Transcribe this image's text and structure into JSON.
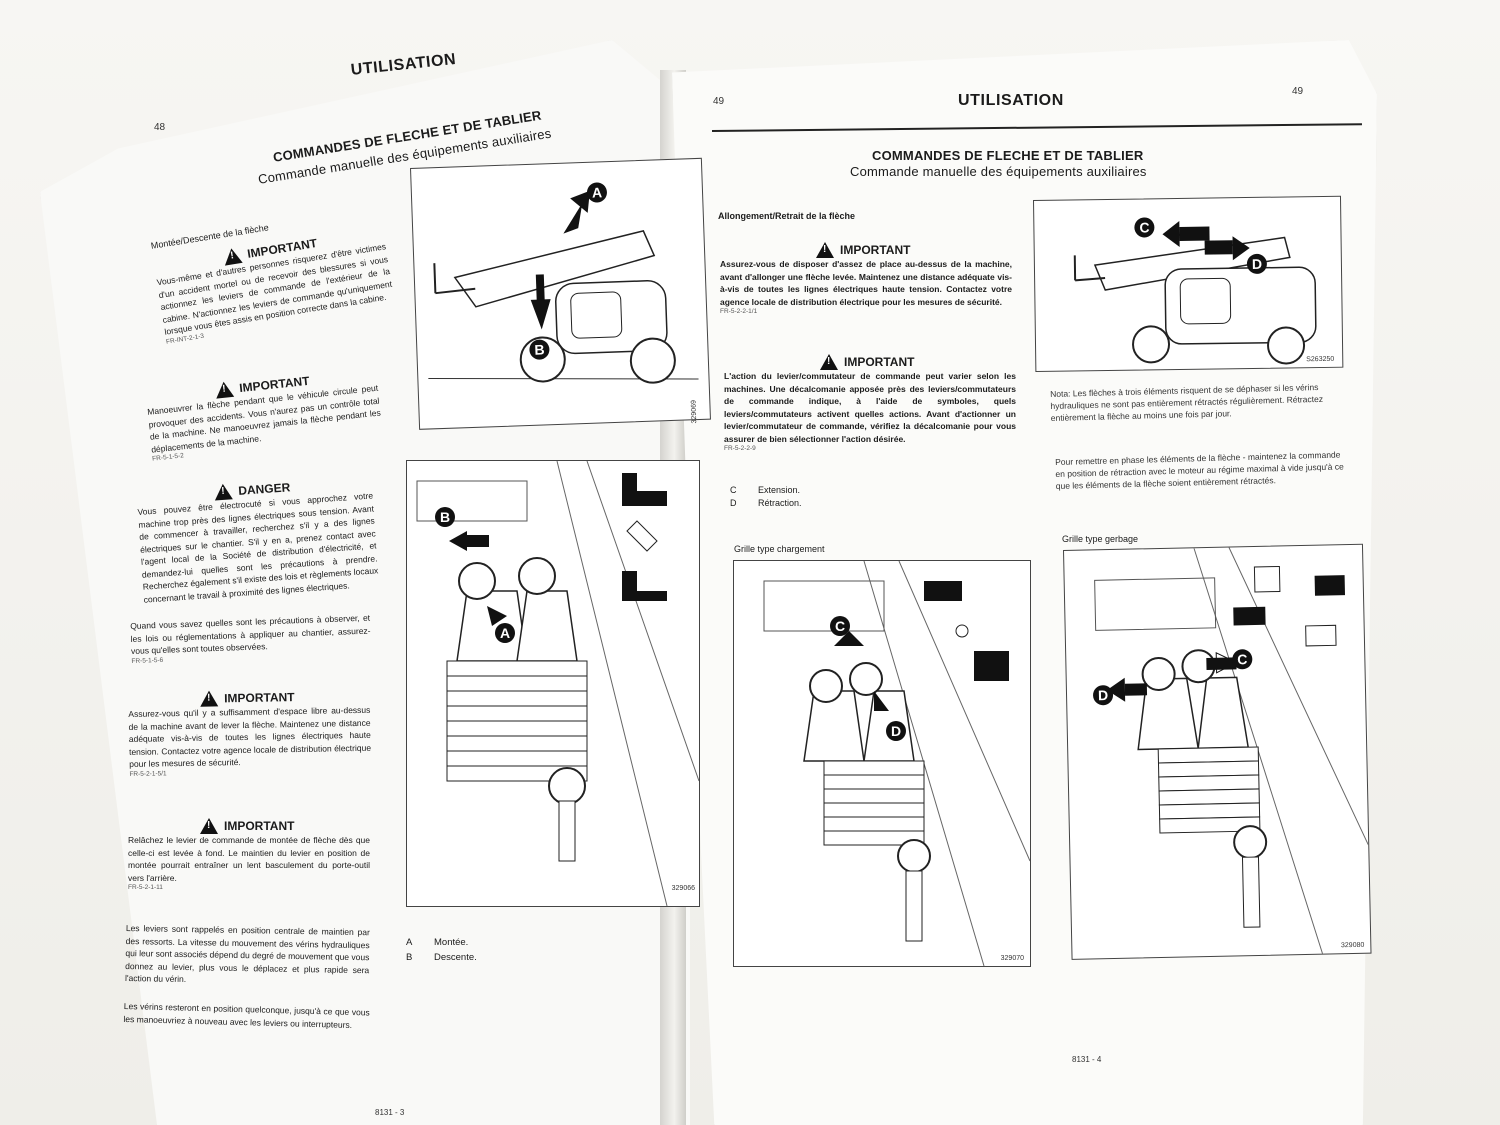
{
  "left_page": {
    "header": "UTILISATION",
    "page_number": "48",
    "title": "COMMANDES DE FLECHE ET DE TABLIER",
    "subtitle": "Commande manuelle des équipements auxiliaires",
    "section_heading": "Montée/Descente de la flèche",
    "warning1": {
      "label": "IMPORTANT",
      "text": "Vous-même et d'autres personnes risquerez d'être victimes d'un accident mortel ou de recevoir des blessures si vous actionnez les leviers de commande de l'extérieur de la cabine. N'actionnez les leviers de commande qu'uniquement lorsque vous êtes assis en position correcte dans la cabine.",
      "ref": "FR-INT-2-1-3"
    },
    "warning2": {
      "label": "IMPORTANT",
      "text": "Manoeuvrer la flèche pendant que le véhicule circule peut provoquer des accidents. Vous n'aurez pas un contrôle total de la machine. Ne manoeuvrez jamais la flèche pendant les déplacements de la machine.",
      "ref": "FR-5-1-5-2"
    },
    "danger": {
      "label": "DANGER",
      "text": "Vous pouvez être électrocuté si vous approchez votre machine trop près des lignes électriques sous tension. Avant de commencer à travailler, recherchez s'il y a des lignes électriques sur le chantier. S'il y en a, prenez contact avec l'agent local de la Société de distribution d'électricité, et demandez-lui quelles sont les précautions à prendre. Recherchez également s'il existe des lois et règlements locaux concernant le travail à proximité des lignes électriques."
    },
    "para1": "Quand vous savez quelles sont les précautions à observer, et les lois ou réglementations à appliquer au chantier, assurez-vous qu'elles sont toutes observées.",
    "para1_ref": "FR-5-1-5-6",
    "warning3": {
      "label": "IMPORTANT",
      "text": "Assurez-vous qu'il y a suffisamment d'espace libre au-dessus de la machine avant de lever la flèche. Maintenez une distance adéquate vis-à-vis de toutes les lignes électriques haute tension. Contactez votre agence locale de distribution électrique pour les mesures de sécurité.",
      "ref": "FR-5-2-1-5/1"
    },
    "warning4": {
      "label": "IMPORTANT",
      "text": "Relâchez le levier de commande de montée de flèche dès que celle-ci est levée à fond. Le maintien du levier en position de montée pourrait entraîner un lent basculement du porte-outil vers l'arrière.",
      "ref": "FR-5-2-1-11"
    },
    "para2": "Les leviers sont rappelés en position centrale de maintien par des ressorts. La vitesse du mouvement des vérins hydrauliques qui leur sont associés dépend du degré de mouvement que vous donnez au levier, plus vous le déplacez et plus rapide sera l'action du vérin.",
    "para3": "Les vérins resteront en position quelconque, jusqu'à ce que vous les manoeuvriez à nouveau avec les leviers ou interrupteurs.",
    "legend": [
      {
        "key": "A",
        "value": "Montée."
      },
      {
        "key": "B",
        "value": "Descente."
      }
    ],
    "fig1_code": "329069",
    "fig2_code": "329066",
    "footer": "8131 - 3"
  },
  "right_page": {
    "header": "UTILISATION",
    "page_number_left": "49",
    "page_number_right": "49",
    "title": "COMMANDES DE FLECHE ET DE TABLIER",
    "subtitle": "Commande manuelle des équipements auxiliaires",
    "section_heading": "Allongement/Retrait de la flèche",
    "warning1": {
      "label": "IMPORTANT",
      "text": "Assurez-vous de disposer d'assez de place au-dessus de la machine, avant d'allonger une flèche levée. Maintenez une distance adéquate vis-à-vis de toutes les lignes électriques haute tension. Contactez votre agence locale de distribution électrique pour les mesures de sécurité.",
      "ref": "FR-5-2-2-1/1"
    },
    "warning2": {
      "label": "IMPORTANT",
      "text": "L'action du levier/commutateur de commande peut varier selon les machines. Une décalcomanie apposée près des leviers/commutateurs de commande indique, à l'aide de symboles, quels leviers/commutateurs activent quelles actions. Avant d'actionner un levier/commutateur de commande, vérifiez la décalcomanie pour vous assurer de bien sélectionner l'action désirée.",
      "ref": "FR-5-2-2-9"
    },
    "legend": [
      {
        "key": "C",
        "value": "Extension."
      },
      {
        "key": "D",
        "value": "Rétraction."
      }
    ],
    "fig_code": "S263250",
    "note": "Nota: Les flèches à trois éléments risquent de se déphaser si les vérins hydrauliques ne sont pas entièrement rétractés régulièrement. Rétractez entièrement la flèche au moins une fois par jour.",
    "note2": "Pour remettre en phase les éléments de la flèche - maintenez la commande en position de rétraction avec le moteur au régime maximal à vide jusqu'à ce que les éléments de la flèche soient entièrement rétractés.",
    "grid1_label": "Grille type chargement",
    "grid1_code": "329070",
    "grid2_label": "Grille type gerbage",
    "grid2_code": "329080",
    "footer": "8131 - 4"
  }
}
